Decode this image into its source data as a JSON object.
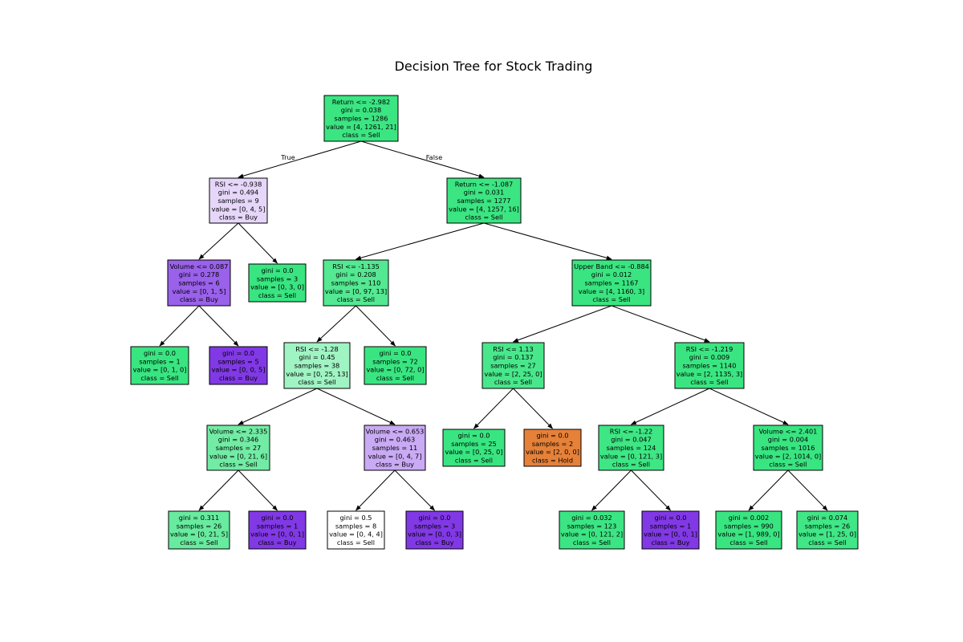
{
  "title": "Decision Tree for Stock Trading",
  "class_colors": {
    "Sell": "#39e581",
    "Buy": "#8139e5",
    "Hold": "#e58139"
  },
  "edge_labels": {
    "true": "True",
    "false": "False"
  },
  "nodes": [
    {
      "id": 0,
      "lines": [
        "Return <= -2.982",
        "gini = 0.038",
        "samples = 1286",
        "value = [4, 1261, 21]",
        "class = Sell"
      ],
      "fill": "#3be582"
    },
    {
      "id": 1,
      "lines": [
        "RSI <= -0.938",
        "gini = 0.494",
        "samples = 9",
        "value = [0, 4, 5]",
        "class = Buy"
      ],
      "fill": "#e6d7fa"
    },
    {
      "id": 2,
      "lines": [
        "Volume <= 0.087",
        "gini = 0.278",
        "samples = 6",
        "value = [0, 1, 5]",
        "class = Buy"
      ],
      "fill": "#9a61ea"
    },
    {
      "id": 3,
      "lines": [
        "gini = 0.0",
        "samples = 1",
        "value = [0, 1, 0]",
        "class = Sell"
      ],
      "fill": "#39e581"
    },
    {
      "id": 4,
      "lines": [
        "gini = 0.0",
        "samples = 5",
        "value = [0, 0, 5]",
        "class = Buy"
      ],
      "fill": "#8139e5"
    },
    {
      "id": 5,
      "lines": [
        "gini = 0.0",
        "samples = 3",
        "value = [0, 3, 0]",
        "class = Sell"
      ],
      "fill": "#39e581"
    },
    {
      "id": 6,
      "lines": [
        "Return <= -1.087",
        "gini = 0.031",
        "samples = 1277",
        "value = [4, 1257, 16]",
        "class = Sell"
      ],
      "fill": "#3be582"
    },
    {
      "id": 7,
      "lines": [
        "RSI <= -1.135",
        "gini = 0.208",
        "samples = 110",
        "value = [0, 97, 13]",
        "class = Sell"
      ],
      "fill": "#54e892"
    },
    {
      "id": 8,
      "lines": [
        "RSI <= -1.28",
        "gini = 0.45",
        "samples = 38",
        "value = [0, 25, 13]",
        "class = Sell"
      ],
      "fill": "#a0f3c3"
    },
    {
      "id": 9,
      "lines": [
        "Volume <= 2.335",
        "gini = 0.346",
        "samples = 27",
        "value = [0, 21, 6]",
        "class = Sell"
      ],
      "fill": "#72eca5"
    },
    {
      "id": 10,
      "lines": [
        "gini = 0.311",
        "samples = 26",
        "value = [0, 21, 5]",
        "class = Sell"
      ],
      "fill": "#68eb9f"
    },
    {
      "id": 11,
      "lines": [
        "gini = 0.0",
        "samples = 1",
        "value = [0, 0, 1]",
        "class = Buy"
      ],
      "fill": "#8139e5"
    },
    {
      "id": 12,
      "lines": [
        "Volume <= 0.653",
        "gini = 0.463",
        "samples = 11",
        "value = [0, 4, 7]",
        "class = Buy"
      ],
      "fill": "#c9aaf4"
    },
    {
      "id": 13,
      "lines": [
        "gini = 0.5",
        "samples = 8",
        "value = [0, 4, 4]",
        "class = Sell"
      ],
      "fill": "#ffffff"
    },
    {
      "id": 14,
      "lines": [
        "gini = 0.0",
        "samples = 3",
        "value = [0, 0, 3]",
        "class = Buy"
      ],
      "fill": "#8139e5"
    },
    {
      "id": 15,
      "lines": [
        "gini = 0.0",
        "samples = 72",
        "value = [0, 72, 0]",
        "class = Sell"
      ],
      "fill": "#39e581"
    },
    {
      "id": 16,
      "lines": [
        "Upper Band <= -0.884",
        "gini = 0.012",
        "samples = 1167",
        "value = [4, 1160, 3]",
        "class = Sell"
      ],
      "fill": "#3ae581"
    },
    {
      "id": 17,
      "lines": [
        "RSI <= 1.13",
        "gini = 0.137",
        "samples = 27",
        "value = [2, 25, 0]",
        "class = Sell"
      ],
      "fill": "#49e78b"
    },
    {
      "id": 18,
      "lines": [
        "gini = 0.0",
        "samples = 25",
        "value = [0, 25, 0]",
        "class = Sell"
      ],
      "fill": "#39e581"
    },
    {
      "id": 19,
      "lines": [
        "gini = 0.0",
        "samples = 2",
        "value = [2, 0, 0]",
        "class = Hold"
      ],
      "fill": "#e58139"
    },
    {
      "id": 20,
      "lines": [
        "RSI <= -1.219",
        "gini = 0.009",
        "samples = 1140",
        "value = [2, 1135, 3]",
        "class = Sell"
      ],
      "fill": "#3ae581"
    },
    {
      "id": 21,
      "lines": [
        "RSI <= -1.22",
        "gini = 0.047",
        "samples = 124",
        "value = [0, 121, 3]",
        "class = Sell"
      ],
      "fill": "#3ee684"
    },
    {
      "id": 22,
      "lines": [
        "gini = 0.032",
        "samples = 123",
        "value = [0, 121, 2]",
        "class = Sell"
      ],
      "fill": "#3ce583"
    },
    {
      "id": 23,
      "lines": [
        "gini = 0.0",
        "samples = 1",
        "value = [0, 0, 1]",
        "class = Buy"
      ],
      "fill": "#8139e5"
    },
    {
      "id": 24,
      "lines": [
        "Volume <= 2.401",
        "gini = 0.004",
        "samples = 1016",
        "value = [2, 1014, 0]",
        "class = Sell"
      ],
      "fill": "#39e581"
    },
    {
      "id": 25,
      "lines": [
        "gini = 0.002",
        "samples = 990",
        "value = [1, 989, 0]",
        "class = Sell"
      ],
      "fill": "#39e581"
    },
    {
      "id": 26,
      "lines": [
        "gini = 0.074",
        "samples = 26",
        "value = [1, 25, 0]",
        "class = Sell"
      ],
      "fill": "#41e686"
    }
  ],
  "edges": [
    [
      0,
      1
    ],
    [
      0,
      6
    ],
    [
      1,
      2
    ],
    [
      1,
      5
    ],
    [
      2,
      3
    ],
    [
      2,
      4
    ],
    [
      6,
      7
    ],
    [
      6,
      16
    ],
    [
      7,
      8
    ],
    [
      7,
      15
    ],
    [
      8,
      9
    ],
    [
      8,
      12
    ],
    [
      9,
      10
    ],
    [
      9,
      11
    ],
    [
      12,
      13
    ],
    [
      12,
      14
    ],
    [
      16,
      17
    ],
    [
      16,
      20
    ],
    [
      17,
      18
    ],
    [
      17,
      19
    ],
    [
      20,
      21
    ],
    [
      20,
      24
    ],
    [
      21,
      22
    ],
    [
      21,
      23
    ],
    [
      24,
      25
    ],
    [
      24,
      26
    ]
  ]
}
